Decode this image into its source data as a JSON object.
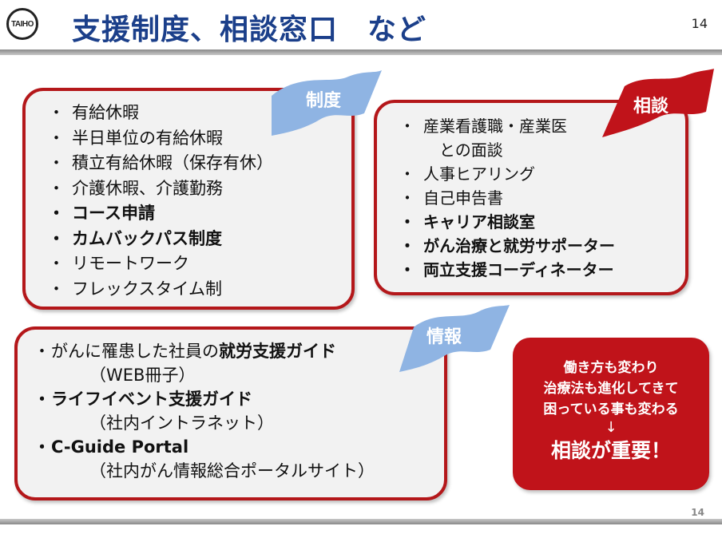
{
  "header": {
    "logo_text": "TAIHO",
    "title": "支援制度、相談窓口　など",
    "page_number": "14"
  },
  "footer": {
    "page_number": "14"
  },
  "seido": {
    "label": "制度",
    "items": [
      {
        "dot": "・",
        "text": "有給休暇"
      },
      {
        "dot": "・",
        "text": "半日単位の有給休暇"
      },
      {
        "dot": "・",
        "text": "積立有給休暇（保存有休）"
      },
      {
        "dot": "・",
        "text": "介護休暇、介護勤務"
      },
      {
        "dot": "・",
        "text": "コース申請"
      },
      {
        "dot": "・",
        "text": "カムバックパス制度"
      },
      {
        "dot": "・",
        "text": "リモートワーク"
      },
      {
        "dot": "・",
        "text": "フレックスタイム制"
      }
    ]
  },
  "soudan": {
    "label": "相談",
    "items": [
      {
        "dot": "・",
        "text": "産業看護職・産業医"
      },
      {
        "dot": "",
        "text": "　との面談"
      },
      {
        "dot": "・",
        "text": "人事ヒアリング"
      },
      {
        "dot": "・",
        "text": "自己申告書"
      },
      {
        "dot": "・",
        "text": "キャリア相談室"
      },
      {
        "dot": "・",
        "text": "がん治療と就労サポーター"
      },
      {
        "dot": "・",
        "text": "両立支援コーディネーター"
      }
    ]
  },
  "jouhou": {
    "label": "情報",
    "item1_dot": "・",
    "item1_pre": "がんに罹患した社員の",
    "item1_bold": "就労支援ガイド",
    "item1_sub": "（WEB冊子）",
    "item2_dot": "・",
    "item2_bold": "ライフイベント支援ガイド",
    "item2_sub": "（社内イントラネット）",
    "item3_dot": "・",
    "item3_bold": "C-Guide Portal",
    "item3_sub": "（社内がん情報総合ポータルサイト）"
  },
  "notice": {
    "line1": "働き方も変わり",
    "line2": "治療法も進化してきて",
    "line3": "困っている事も変わる",
    "arrow": "↓",
    "emphasis": "相談が重要！"
  },
  "colors": {
    "title": "#1b3f8a",
    "border_red": "#b4171a",
    "flag_blue": "#8fb4e3",
    "flag_red": "#c0131a",
    "box_fill": "#f2f2f2"
  }
}
